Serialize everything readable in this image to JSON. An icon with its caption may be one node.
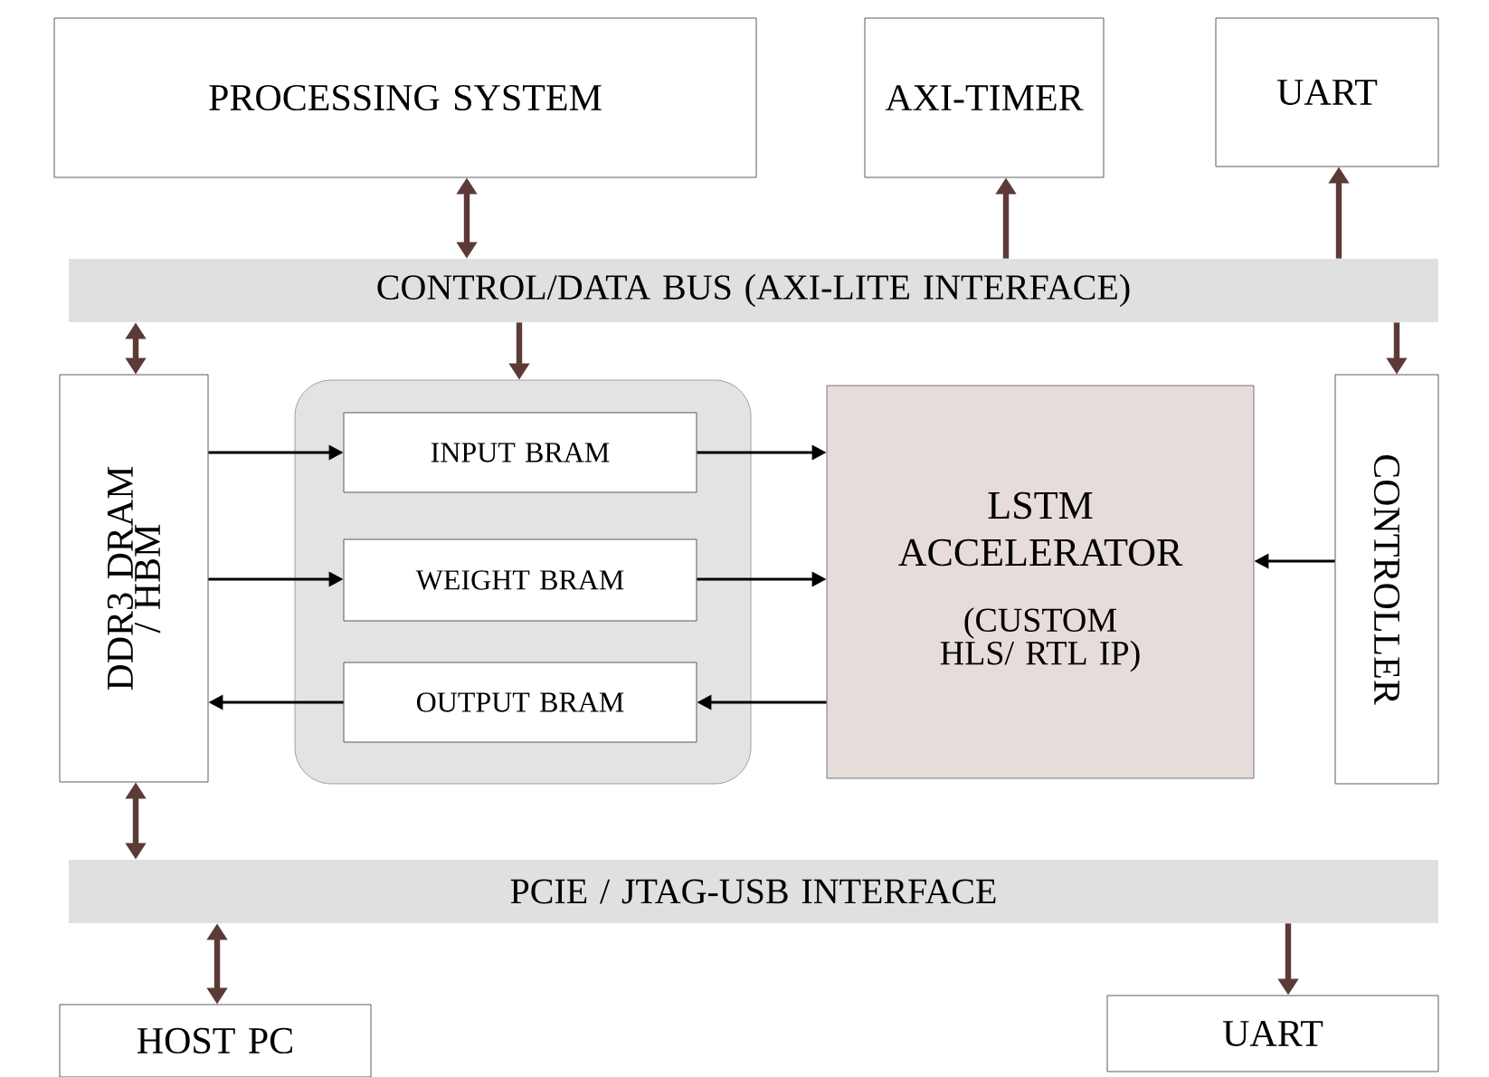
{
  "diagram": {
    "nodes": [
      {
        "text": [
          "PROCESSING SYSTEM"
        ]
      },
      {
        "text": [
          "AXI-TIMER"
        ]
      },
      {
        "text": [
          "UART"
        ]
      },
      {
        "text": [
          "CONTROL/DATA BUS (AXI-LITE INTERFACE)"
        ]
      },
      {
        "text": [
          "DDR3 DRAM / HBM"
        ]
      },
      {
        "text": [],
        "shape": "box"
      },
      {
        "text": [
          "INPUT BRAM"
        ],
        "in": 5
      },
      {
        "text": [
          "WEIGHT BRAM"
        ],
        "in": 5
      },
      {
        "text": [
          "OUTPUT BRAM"
        ],
        "in": 5
      },
      {
        "text": [
          "LSTM ACCELERATOR",
          "(CUSTOM HLS/ RTL IP)"
        ]
      },
      {
        "text": [
          "CONTROLLER"
        ]
      },
      {
        "text": [
          "PCIE / JTAG-USB INTERFACE"
        ]
      },
      {
        "text": [
          "HOST PC"
        ]
      },
      {
        "text": [
          "UART"
        ]
      }
    ],
    "edges": [
      {
        "from": 0,
        "to": 3,
        "arrow": "both"
      },
      {
        "from": 3,
        "to": 1,
        "arrow": "to"
      },
      {
        "from": 3,
        "to": 2,
        "arrow": "to"
      },
      {
        "from": 3,
        "to": 4,
        "arrow": "both"
      },
      {
        "from": 3,
        "to": 5,
        "arrow": "to"
      },
      {
        "from": 3,
        "to": 10,
        "arrow": "to"
      },
      {
        "from": 4,
        "to": 6,
        "arrow": "to",
        "color": "#000000"
      },
      {
        "from": 4,
        "to": 7,
        "arrow": "to",
        "color": "#000000"
      },
      {
        "from": 8,
        "to": 4,
        "arrow": "to",
        "color": "#000000"
      },
      {
        "from": 6,
        "to": 9,
        "arrow": "to",
        "color": "#000000"
      },
      {
        "from": 7,
        "to": 9,
        "arrow": "to",
        "color": "#000000"
      },
      {
        "from": 9,
        "to": 8,
        "arrow": "to",
        "color": "#000000"
      },
      {
        "from": 10,
        "to": 9,
        "arrow": "to",
        "color": "#000000"
      },
      {
        "from": 4,
        "to": 11,
        "arrow": "both"
      },
      {
        "from": 11,
        "to": 12,
        "arrow": "both"
      },
      {
        "from": 11,
        "to": 13,
        "arrow": "to"
      }
    ]
  }
}
